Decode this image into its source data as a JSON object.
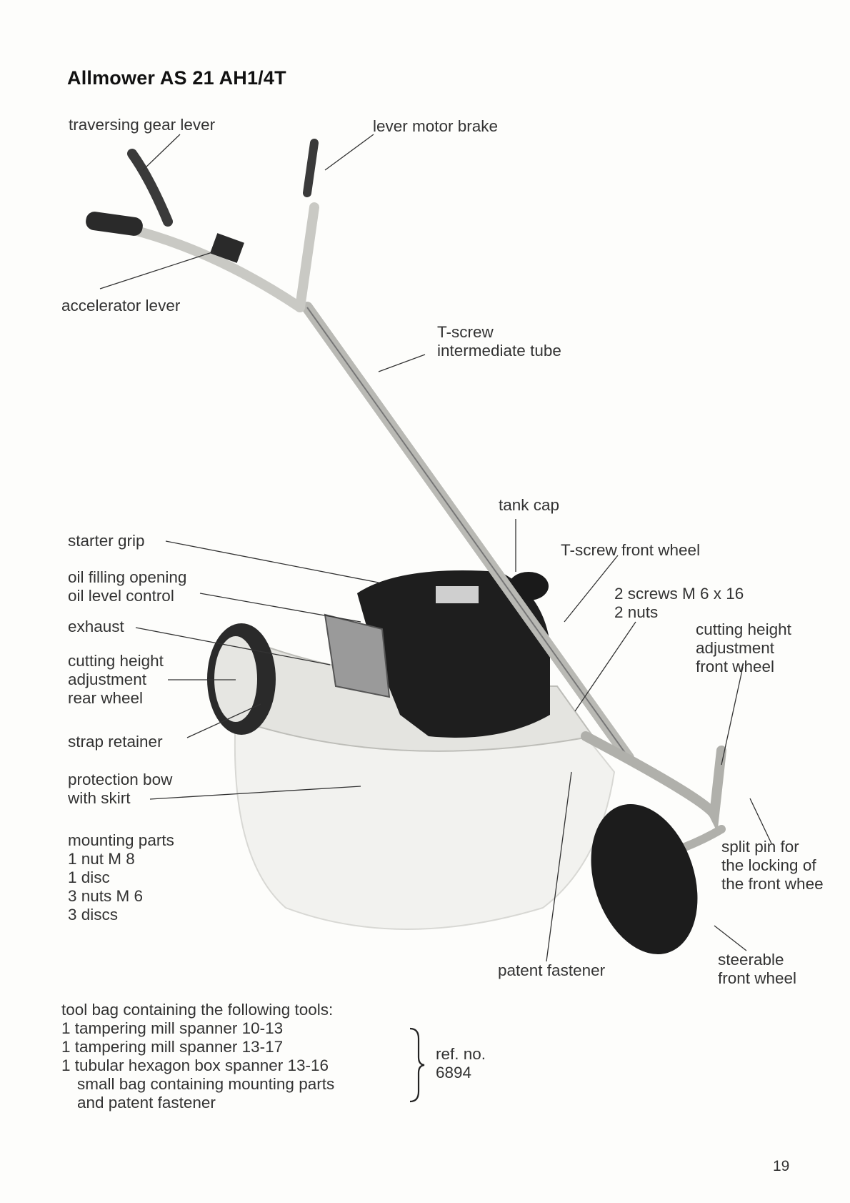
{
  "title": "Allmower AS 21 AH1/4T",
  "labels": {
    "traversing_gear_lever": "traversing gear lever",
    "lever_motor_brake": "lever motor brake",
    "accelerator_lever": "accelerator lever",
    "t_screw_intermediate_tube": [
      "T-screw",
      "intermediate tube"
    ],
    "tank_cap": "tank cap",
    "starter_grip": "starter grip",
    "t_screw_front_wheel": "T-screw front wheel",
    "oil_filling": [
      "oil filling opening",
      "oil level control"
    ],
    "screws_nuts": [
      "2 screws M 6 x 16",
      "2 nuts"
    ],
    "exhaust": "exhaust",
    "cutting_height_front": [
      "cutting height",
      "adjustment",
      "front wheel"
    ],
    "cutting_height_rear": [
      "cutting height",
      "adjustment",
      "rear wheel"
    ],
    "strap_retainer": "strap retainer",
    "protection_bow": [
      "protection bow",
      "with skirt"
    ],
    "mounting_parts": [
      "mounting parts",
      "1 nut M 8",
      "1 disc",
      "3 nuts M 6",
      "3 discs"
    ],
    "split_pin": [
      "split pin for",
      "the locking of",
      "the front whee"
    ],
    "patent_fastener": "patent fastener",
    "steerable_front_wheel": [
      "steerable",
      "front wheel"
    ]
  },
  "tool_bag": {
    "heading": "tool bag containing the following tools:",
    "items": [
      "1 tampering mill spanner 10-13",
      "1 tampering mill spanner 13-17",
      "1 tubular hexagon box spanner 13-16",
      "small bag containing mounting parts",
      "and patent fastener"
    ],
    "ref_label": "ref. no.",
    "ref_number": "6894"
  },
  "page_number": "19"
}
